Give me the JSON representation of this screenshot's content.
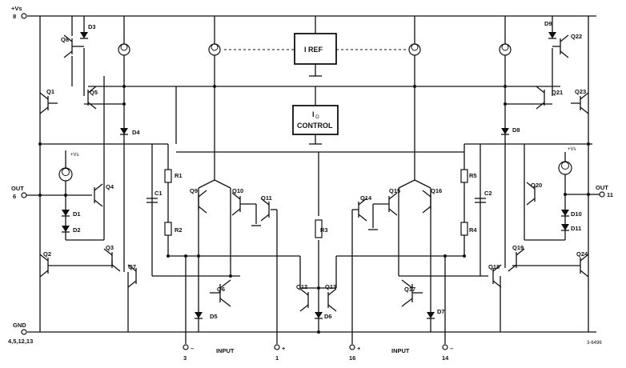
{
  "labels": {
    "vs_top": "+Vs",
    "pin_8": "8",
    "out_left": "OUT",
    "pin_6": "6",
    "out_right": "OUT",
    "pin_11": "11",
    "gnd": "GND",
    "gnd_pins": "4,5,12,13",
    "pin_3": "3",
    "pin_1": "1",
    "pin_16": "16",
    "pin_14": "14",
    "input_left": "INPUT",
    "input_right": "INPUT",
    "iref": "I REF",
    "io_i": "I",
    "io_sub": "O",
    "io_control": "CONTROL",
    "code": "3-6496",
    "vs_small": "+Vs",
    "minus": "–",
    "plus": "+"
  },
  "components": {
    "Q1": "Q1",
    "Q2": "Q2",
    "Q3": "Q3",
    "Q4": "Q4",
    "Q5": "Q5",
    "Q6": "Q6",
    "Q7": "Q7",
    "Q8": "Q8",
    "Q9": "Q9",
    "Q10": "Q10",
    "Q11": "Q11",
    "Q12": "Q12",
    "Q13": "Q13",
    "Q14": "Q14",
    "Q15": "Q15",
    "Q16": "Q16",
    "Q17": "Q17",
    "Q18": "Q18",
    "Q19": "Q19",
    "Q20": "Q20",
    "Q21": "Q21",
    "Q22": "Q22",
    "Q23": "Q23",
    "Q24": "Q24",
    "D1": "D1",
    "D2": "D2",
    "D3": "D3",
    "D4": "D4",
    "D5": "D5",
    "D6": "D6",
    "D7": "D7",
    "D8": "D8",
    "D9": "D9",
    "D10": "D10",
    "D11": "D11",
    "R1": "R1",
    "R2": "R2",
    "R3": "R3",
    "R4": "R4",
    "R5": "R5",
    "C1": "C1",
    "C2": "C2"
  }
}
